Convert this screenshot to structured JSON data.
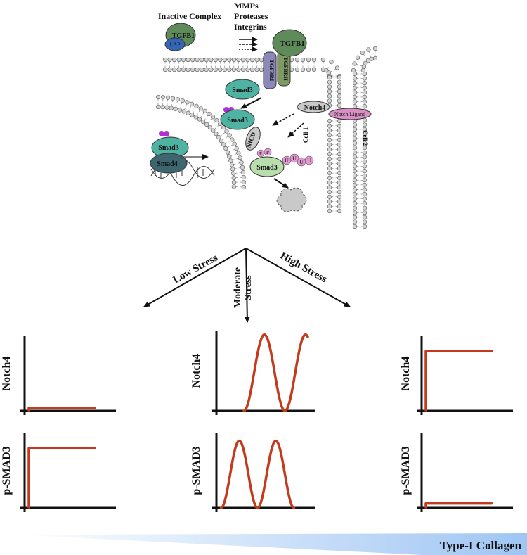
{
  "pathway": {
    "inactive_complex_label": "Inactive Complex",
    "tgfb1_label": "TGFB1",
    "lap_label": "LAP",
    "activators": [
      "MMPs",
      "Proteases",
      "Integrins"
    ],
    "receptor_2_label": "TGFBRII",
    "receptor_1_label": "TGFBRI",
    "smad3_label": "Smad3",
    "smad4_label": "Smad4",
    "notch4_label": "Notch4",
    "notch_ligand_label": "Notch Ligand",
    "nicd_label": "NICD",
    "phospho_label": "P",
    "ubiquitin_label": "U",
    "cell1_label": "Cell 1",
    "cell2_label": "Cell 2",
    "colors": {
      "tgfb1": "#5f8a5a",
      "lap": "#3566b5",
      "smad3": "#4fb3a3",
      "smad4": "#3e6670",
      "receptor": "#8c89b8",
      "receptor2": "#7d9a62",
      "notch4": "#c9c9c9",
      "notch_ligand": "#d98fc4",
      "phosphate": "#b02fd0",
      "ubiquitin": "#e39ad1",
      "smad3_ub": "#b9deae",
      "membrane_head": "#d4d4d4"
    }
  },
  "branches": {
    "low": "Low Stress",
    "moderate_line1": "Moderate",
    "moderate_line2": "Stress",
    "high": "High Stress"
  },
  "chart_data": [
    {
      "type": "line",
      "panel": "low-notch4",
      "ylabel": "Notch4",
      "shape": "step",
      "baseline": 0,
      "level": 0.04,
      "step_at": 0.05
    },
    {
      "type": "line",
      "panel": "low-psmad3",
      "ylabel": "p-SMAD3",
      "shape": "step",
      "baseline": 0,
      "level": 0.8,
      "step_at": 0.05
    },
    {
      "type": "line",
      "panel": "moderate-notch4",
      "ylabel": "Notch4",
      "shape": "oscillation",
      "peaks": 2,
      "amplitude": 0.95
    },
    {
      "type": "line",
      "panel": "moderate-psmad3",
      "ylabel": "p-SMAD3",
      "shape": "oscillation",
      "peaks": 2,
      "amplitude": 0.9
    },
    {
      "type": "line",
      "panel": "high-notch4",
      "ylabel": "Notch4",
      "shape": "step",
      "baseline": 0,
      "level": 0.8,
      "step_at": 0.05
    },
    {
      "type": "line",
      "panel": "high-psmad3",
      "ylabel": "p-SMAD3",
      "shape": "step",
      "baseline": 0,
      "level": 0.06,
      "step_at": 0.05
    }
  ],
  "gradient_label": "Type-I Collagen",
  "line_color": "#c43a1c",
  "gradient_color": "#9fc5f3"
}
